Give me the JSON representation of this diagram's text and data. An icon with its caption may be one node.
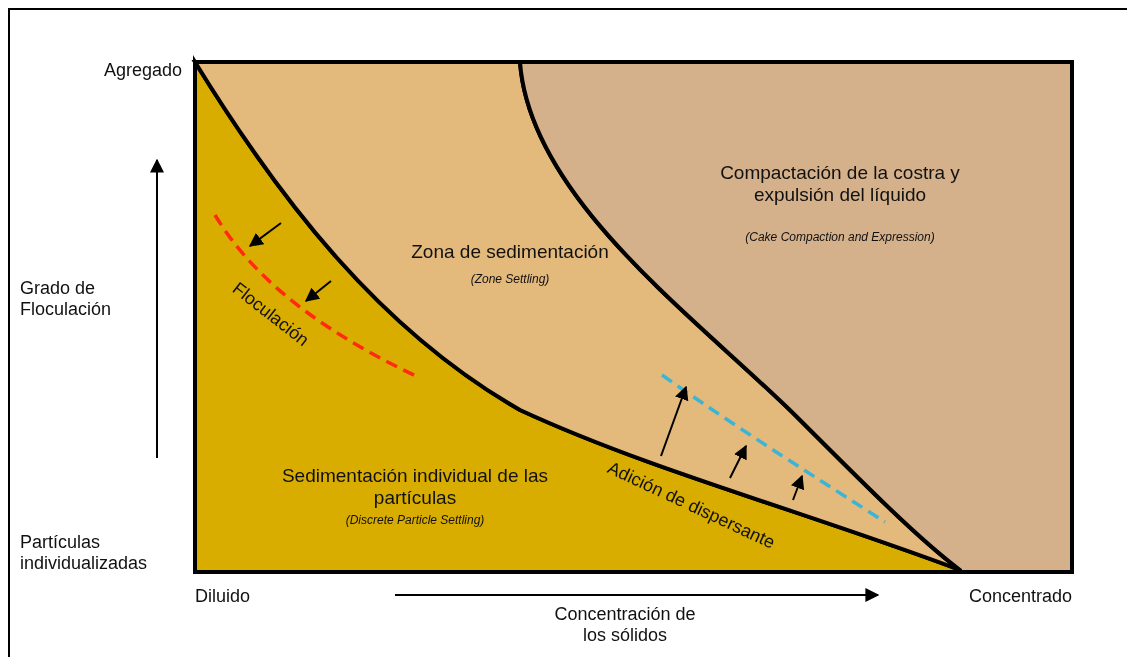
{
  "diagram": {
    "nodes": [
      {
        "text": [
          "Sedimentación individual de las partículas",
          "(Discrete Particle Settling)"
        ]
      },
      {
        "text": [
          "Zona de sedimentación",
          "(Zone Settling)"
        ]
      },
      {
        "text": [
          "Compactación de la costra y expulsión del líquido",
          "(Cake Compaction and Expression)"
        ]
      }
    ],
    "edges": [],
    "labels": [
      "Agregado",
      "Grado de Floculación",
      "Partículas individualizadas",
      "Floculación",
      "Adición de dispersante",
      "Diluido",
      "Concentración de los sólidos",
      "Concentrado"
    ]
  }
}
